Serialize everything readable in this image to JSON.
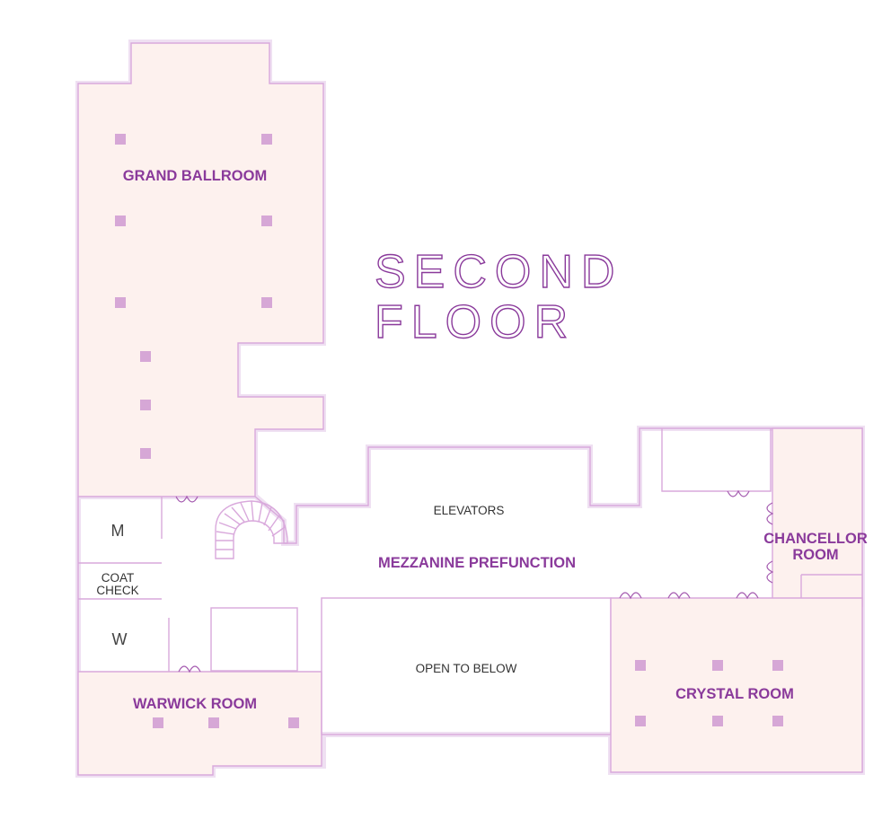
{
  "title": {
    "line1": "SECOND",
    "line2": "FLOOR"
  },
  "rooms": {
    "grand_ballroom": "GRAND BALLROOM",
    "mezzanine_prefunction": "MEZZANINE PREFUNCTION",
    "chancellor_room_line1": "CHANCELLOR",
    "chancellor_room_line2": "ROOM",
    "crystal_room": "CRYSTAL ROOM",
    "warwick_room": "WARWICK ROOM"
  },
  "areas": {
    "elevators": "ELEVATORS",
    "open_to_below": "OPEN TO BELOW",
    "coat_check_line1": "COAT",
    "coat_check_line2": "CHECK",
    "mens_restroom": "M",
    "womens_restroom": "W"
  },
  "colors": {
    "room_label": "#8a3a9b",
    "wall": "#d9a9dc",
    "room_fill": "#fdf1ee",
    "column": "#d6a7d6"
  }
}
